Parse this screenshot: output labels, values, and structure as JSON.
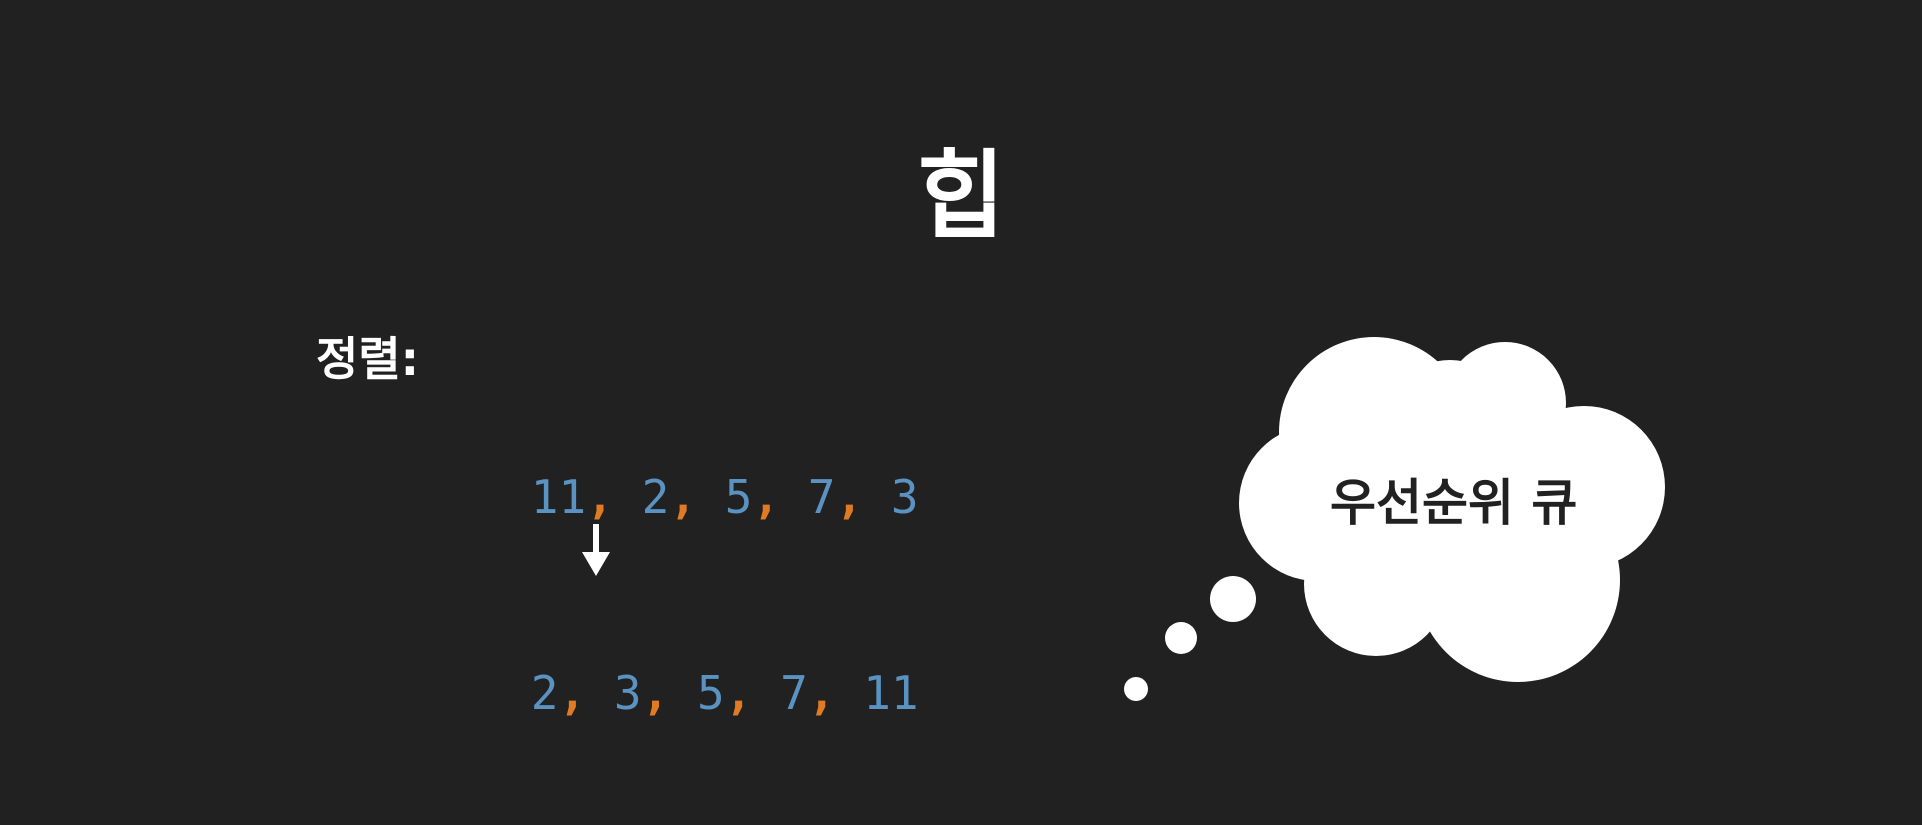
{
  "title": "힙",
  "sort_label": "정렬:",
  "before": {
    "numbers": [
      "11",
      "2",
      "5",
      "7",
      "3"
    ],
    "separator": ","
  },
  "after": {
    "numbers": [
      "2",
      "3",
      "5",
      "7",
      "11"
    ],
    "separator": ","
  },
  "arrow_icon": "down-arrow-icon",
  "thought_bubble": {
    "icon": "thought-cloud-icon",
    "text": "우선순위 큐"
  },
  "colors": {
    "background": "#212121",
    "number": "#5a93c2",
    "comma": "#e07b24",
    "text": "#ffffff",
    "cloud": "#ffffff",
    "cloud_text": "#212121"
  }
}
